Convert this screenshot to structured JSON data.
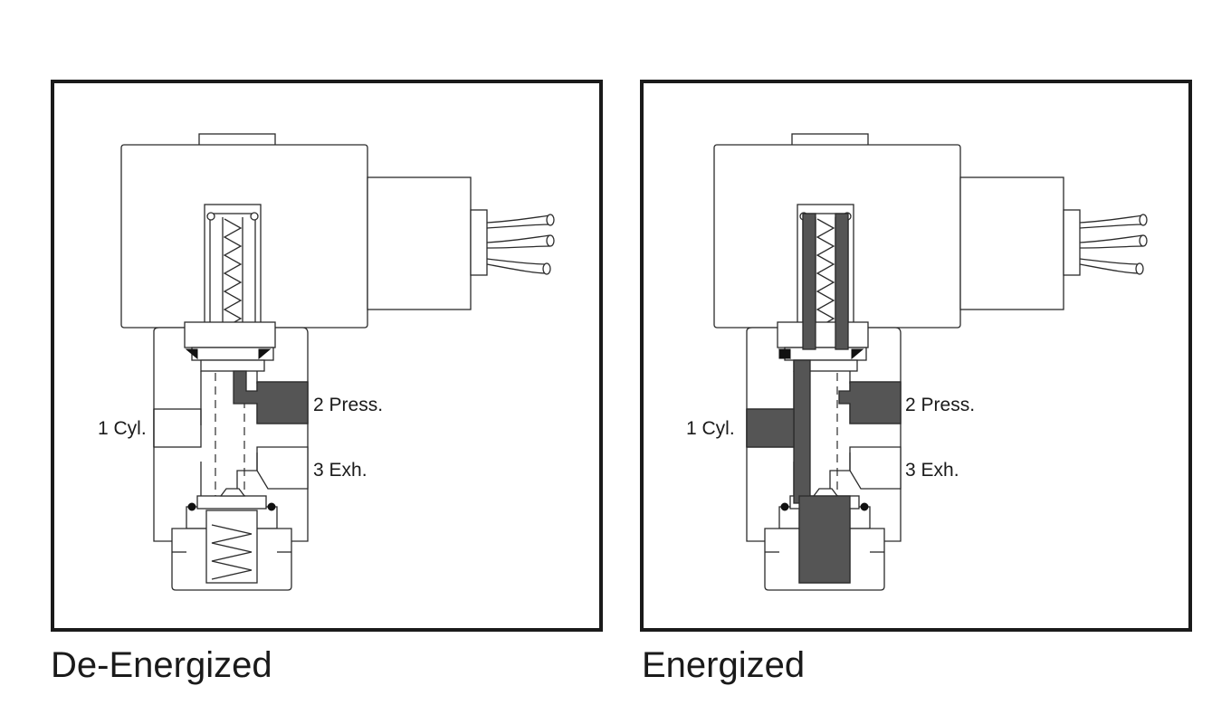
{
  "panels": [
    {
      "caption": "De-Energized",
      "port_1": "1 Cyl.",
      "port_2": "2 Press.",
      "port_3": "3 Exh."
    },
    {
      "caption": "Energized",
      "port_1": "1 Cyl.",
      "port_2": "2 Press.",
      "port_3": "3 Exh."
    }
  ],
  "colors": {
    "pressurized": "#555555",
    "outline": "#2b2b2b",
    "frame": "#1a1a1a"
  }
}
